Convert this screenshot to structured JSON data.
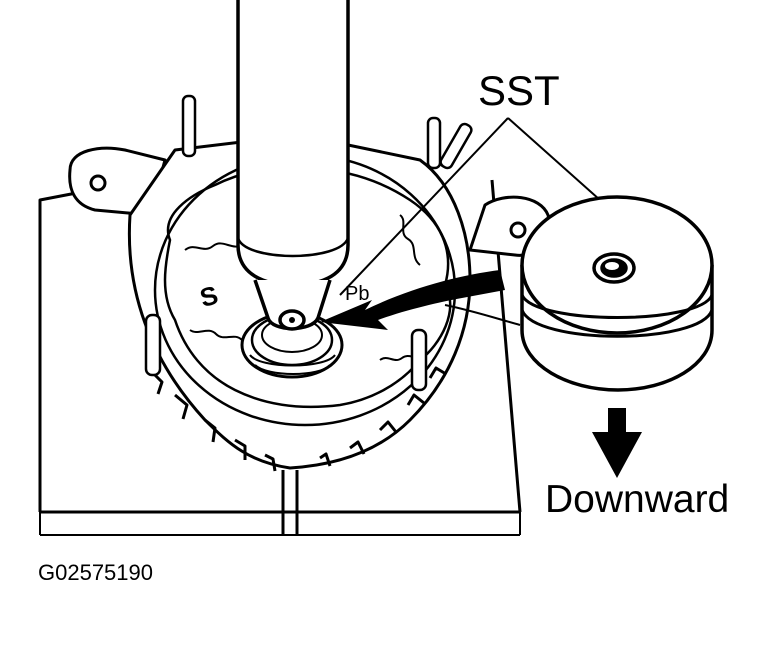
{
  "labels": {
    "sst": "SST",
    "direction": "Downward",
    "figure_id": "G02575190"
  },
  "colors": {
    "ink": "#000000",
    "paper": "#ffffff"
  },
  "icons": {
    "pointer": "callout-arrow-icon",
    "direction": "down-arrow-icon"
  }
}
